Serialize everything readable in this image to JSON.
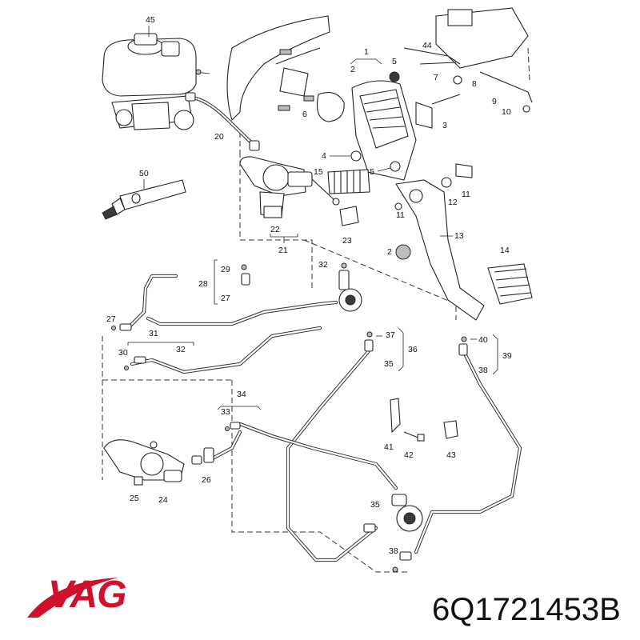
{
  "brand": {
    "name": "VAG",
    "color": "#d0112b"
  },
  "part_number": "6Q1721453B",
  "labels": {
    "l1": "1",
    "l2": "2",
    "l3": "3",
    "l4": "4",
    "l5a": "5",
    "l5b": "5",
    "l6": "6",
    "l7": "7",
    "l8": "8",
    "l9": "9",
    "l10": "10",
    "l11a": "11",
    "l11b": "11",
    "l12": "12",
    "l13": "13",
    "l14": "14",
    "l15": "15",
    "l2b": "2",
    "l20": "20",
    "l21": "21",
    "l22": "22",
    "l23": "23",
    "l24": "24",
    "l25": "25",
    "l26": "26",
    "l27a": "27",
    "l27b": "27",
    "l28": "28",
    "l29": "29",
    "l30": "30",
    "l31": "31",
    "l32a": "32",
    "l32b": "32",
    "l33": "33",
    "l34": "34",
    "l35a": "35",
    "l35b": "35",
    "l36": "36",
    "l37": "37",
    "l38a": "38",
    "l38b": "38",
    "l39": "39",
    "l40": "40",
    "l41": "41",
    "l42": "42",
    "l43": "43",
    "l44": "44",
    "l45": "45",
    "l50": "50"
  },
  "icons": {
    "brand_swoosh": "vag-swoosh-icon"
  }
}
